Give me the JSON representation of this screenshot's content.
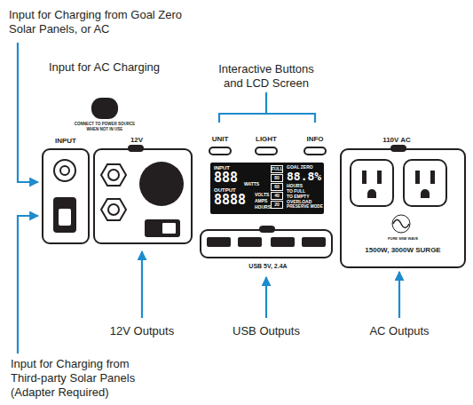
{
  "diagram": {
    "nodes": [
      {
        "text": [
          "INPUT"
        ]
      },
      {
        "text": [
          "12V"
        ]
      },
      {
        "text": [
          "UNIT"
        ]
      },
      {
        "text": [
          "LIGHT"
        ]
      },
      {
        "text": [
          "INFO"
        ]
      },
      {
        "text": [
          "INPUT",
          "888",
          "WATTS",
          "OUTPUT",
          "8888",
          "VOLTS",
          "AMPS",
          "HOURS",
          "FULL",
          "80",
          "60",
          "40",
          "20",
          "GOAL ZERO",
          "88.8%",
          "HOURS",
          "TO FULL",
          "TO EMPTY",
          "OVERLOAD",
          "PRESERVE MODE"
        ]
      },
      {
        "text": [
          "USB 5V, 2.4A"
        ]
      },
      {
        "text": [
          "110V AC",
          "PURE SINE WAVE",
          "1500W, 3000W SURGE"
        ]
      }
    ],
    "labels": [
      "Input for Charging from Goal Zero Solar Panels, or AC",
      "Input for AC Charging",
      "CONNECT TO POWER SOURCE WHEN NOT IN USE",
      "Interactive Buttons and LCD Screen",
      "12V Outputs",
      "USB Outputs",
      "AC Outputs",
      "Input for Charging from Third-party Solar Panels (Adapter Required)"
    ]
  }
}
